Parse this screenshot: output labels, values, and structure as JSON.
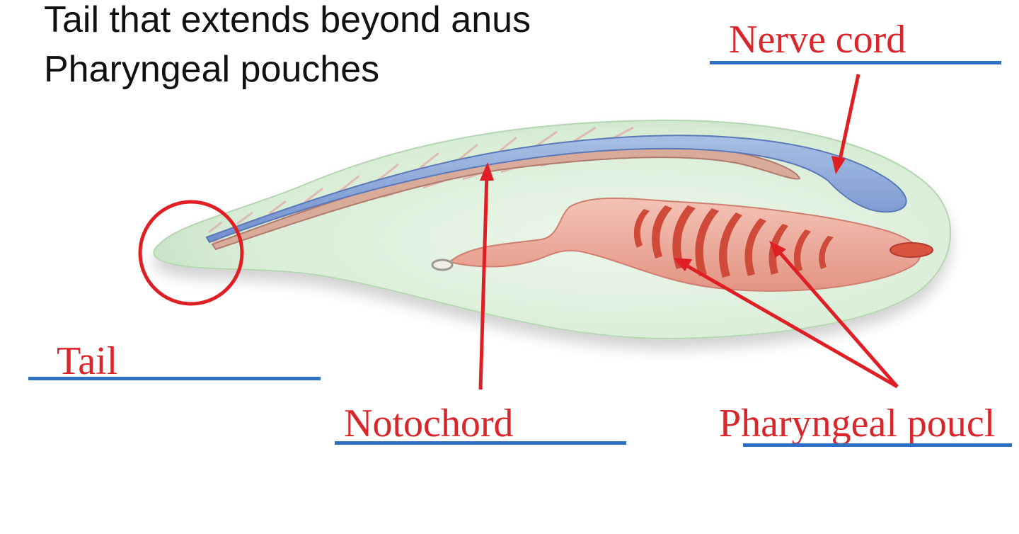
{
  "heading": {
    "line1": "Tail that extends beyond anus",
    "line2": "Pharyngeal pouches"
  },
  "labels": {
    "nerve_cord": "Nerve cord",
    "tail": "Tail",
    "notochord": "Notochord",
    "pharyngeal_pouches": "Pharyngeal poucl"
  },
  "colors": {
    "label_text": "#d8262b",
    "blank_line": "#2f6fc4",
    "arrow": "#e01f25",
    "body_fill": "#d3ead3",
    "nerve_cord": "#8aa6d6",
    "notochord": "#d7a79a",
    "pharynx": "#e8a89c",
    "gill_slits": "#cf4a38"
  }
}
